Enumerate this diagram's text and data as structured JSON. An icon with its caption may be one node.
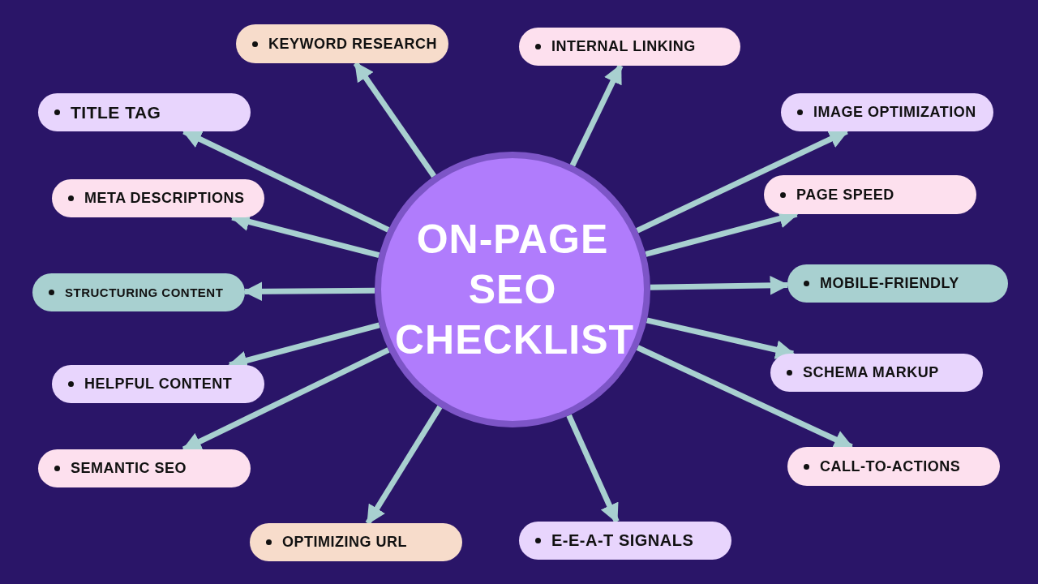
{
  "diagram": {
    "nodes": [
      {
        "text": [
          "ON-PAGE SEO CHECKLIST"
        ]
      },
      {
        "text": [
          "KEYWORD RESEARCH"
        ]
      },
      {
        "text": [
          "INTERNAL LINKING"
        ]
      },
      {
        "text": [
          "TITLE TAG"
        ]
      },
      {
        "text": [
          "IMAGE OPTIMIZATION"
        ]
      },
      {
        "text": [
          "META DESCRIPTIONS"
        ]
      },
      {
        "text": [
          "PAGE SPEED"
        ]
      },
      {
        "text": [
          "STRUCTURING CONTENT"
        ]
      },
      {
        "text": [
          "MOBILE-FRIENDLY"
        ]
      },
      {
        "text": [
          "HELPFUL CONTENT"
        ]
      },
      {
        "text": [
          "SCHEMA MARKUP"
        ]
      },
      {
        "text": [
          "SEMANTIC SEO"
        ]
      },
      {
        "text": [
          "CALL-TO-ACTIONS"
        ]
      },
      {
        "text": [
          "OPTIMIZING URL"
        ]
      },
      {
        "text": [
          "E-E-A-T SIGNALS"
        ]
      }
    ],
    "edges": [
      {
        "from": 0,
        "to": 1,
        "arrow": "to"
      },
      {
        "from": 0,
        "to": 2,
        "arrow": "to"
      },
      {
        "from": 0,
        "to": 3,
        "arrow": "to"
      },
      {
        "from": 0,
        "to": 4,
        "arrow": "to"
      },
      {
        "from": 0,
        "to": 5,
        "arrow": "to"
      },
      {
        "from": 0,
        "to": 6,
        "arrow": "to"
      },
      {
        "from": 0,
        "to": 7,
        "arrow": "to"
      },
      {
        "from": 0,
        "to": 8,
        "arrow": "to"
      },
      {
        "from": 0,
        "to": 9,
        "arrow": "to"
      },
      {
        "from": 0,
        "to": 10,
        "arrow": "to"
      },
      {
        "from": 0,
        "to": 11,
        "arrow": "to"
      },
      {
        "from": 0,
        "to": 12,
        "arrow": "to"
      },
      {
        "from": 0,
        "to": 13,
        "arrow": "to"
      },
      {
        "from": 0,
        "to": 14,
        "arrow": "to"
      }
    ]
  }
}
